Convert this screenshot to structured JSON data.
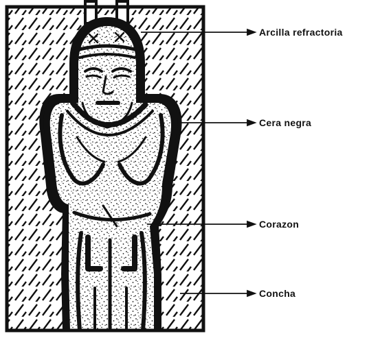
{
  "labels": {
    "arcilla": "Arcilla refractoria",
    "cera": "Cera negra",
    "corazon": "Corazon",
    "concha": "Concha"
  },
  "colors": {
    "ink": "#111111",
    "paper": "#ffffff"
  }
}
